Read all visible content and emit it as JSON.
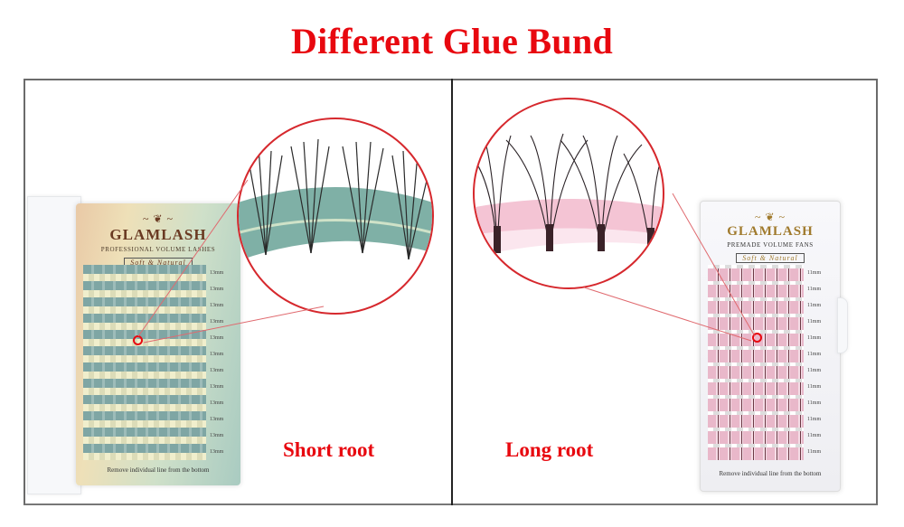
{
  "title": "Different Glue Bund",
  "colors": {
    "title_red": "#e8080f",
    "circle_red": "#d6282d",
    "frame": "#6b6b6b"
  },
  "left_panel": {
    "caption": "Short root",
    "product": {
      "brand": "GLAMLASH",
      "ornament": "~ ❦ ~",
      "subtitle": "PROFESSIONAL VOLUME LASHES",
      "tag": "Soft & Natural",
      "row_length_label": "13mm",
      "row_count": 12,
      "footer": "Remove individual line from the bottom"
    },
    "zoom_detail": "Green glue strip with short fan roots"
  },
  "right_panel": {
    "caption": "Long root",
    "product": {
      "brand": "GLAMLASH",
      "ornament": "~ ❦ ~",
      "subtitle": "PREMADE VOLUME FANS",
      "tag": "Soft & Natural",
      "row_length_label": "11mm",
      "row_count": 12,
      "footer": "Remove individual line from the bottom"
    },
    "zoom_detail": "Pink glue strip with long fan roots"
  }
}
